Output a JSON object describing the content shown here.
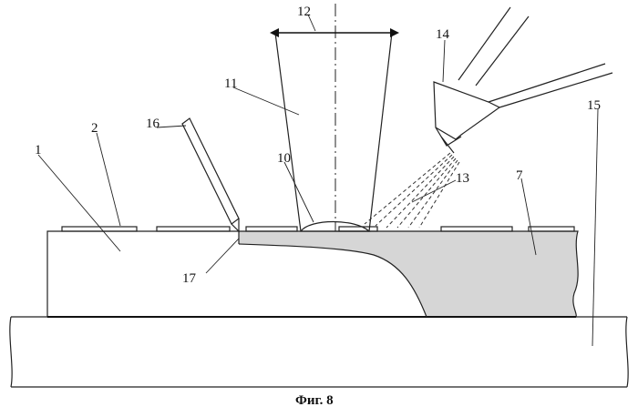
{
  "figure": {
    "caption": "Фиг. 8",
    "labels": {
      "l1": "1",
      "l2": "2",
      "l7": "7",
      "l10": "10",
      "l11": "11",
      "l12": "12",
      "l13": "13",
      "l14": "14",
      "l15": "15",
      "l16": "16",
      "l17": "17"
    },
    "colors": {
      "line": "#222222",
      "fill_zone": "#d6d6d6",
      "background": "#ffffff"
    }
  }
}
